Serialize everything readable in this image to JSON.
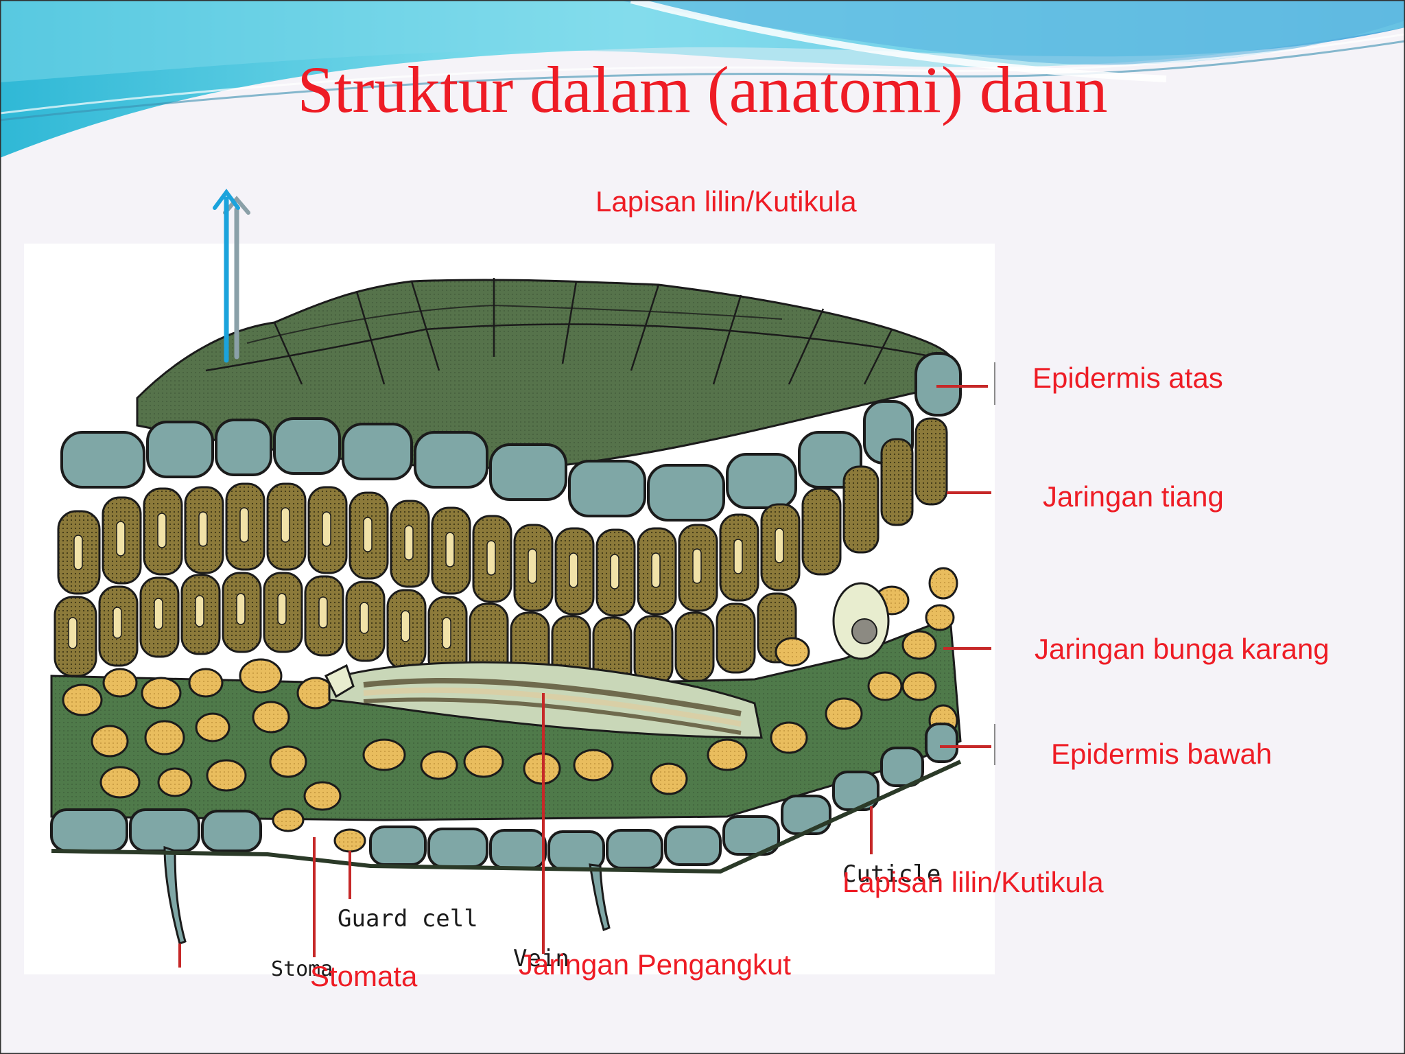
{
  "slide": {
    "title": "Struktur dalam (anatomi) daun"
  },
  "labels": {
    "cuticle_top": "Lapisan lilin/Kutikula",
    "upper_epidermis": "Epidermis atas",
    "palisade": "Jaringan tiang",
    "spongy": "Jaringan bunga karang",
    "lower_epidermis": "Epidermis bawah",
    "cuticle_bottom": "Lapisan lilin/Kutikula",
    "stomata": "Stomata",
    "vascular": "Jaringan Pengangkut"
  },
  "original_labels": {
    "guard_cell": "Guard cell",
    "cuticle": "Cuticle",
    "vein": "Vein",
    "stoma": "Stoma"
  },
  "colors": {
    "label_red": "#ee1c25",
    "leader_red": "#c62828",
    "arrow_blue": "#1ba3dc",
    "arrow_grey": "#8aa0a8",
    "epidermis": "#7fa7a6",
    "palisade": "#8c7a3a",
    "spongy_cell": "#e9bd5e",
    "mesophyll": "#4f7a4a",
    "top_surface": "#55734a"
  }
}
